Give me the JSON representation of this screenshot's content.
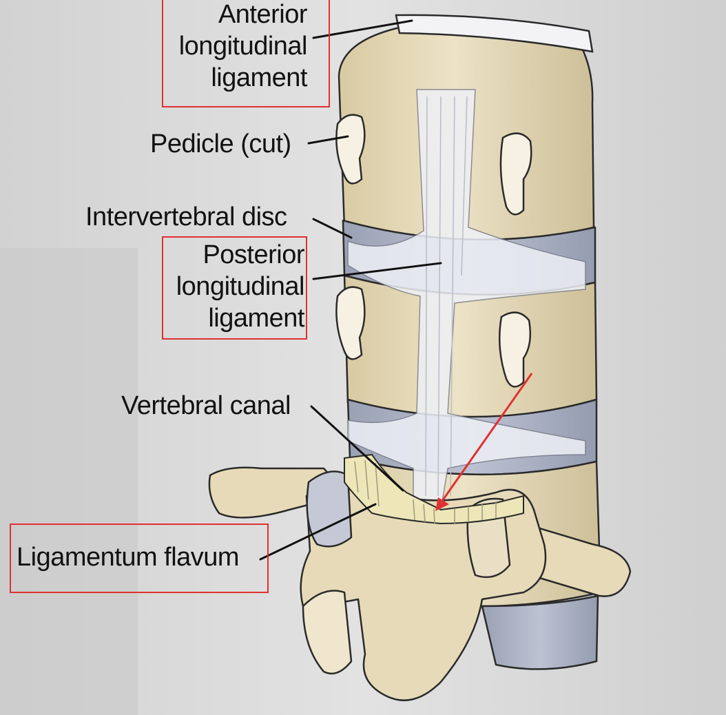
{
  "labels": {
    "anterior_longitudinal_ligament": [
      "Anterior",
      "longitudinal",
      "ligament"
    ],
    "pedicle": "Pedicle (cut)",
    "intervertebral_disc": "Intervertebral disc",
    "posterior_longitudinal_ligament": [
      "Posterior",
      "longitudinal",
      "ligament"
    ],
    "vertebral_canal": "Vertebral canal",
    "ligamentum_flavum": "Ligamentum flavum"
  },
  "colors": {
    "bone": "#e8dcbf",
    "bone_shadow": "#cbbd98",
    "disc": "#a9b0c2",
    "ligament": "#eef0f6",
    "flavum": "#ede6b8",
    "highlight_box": "#e03030",
    "background": "#d9d9d9"
  }
}
